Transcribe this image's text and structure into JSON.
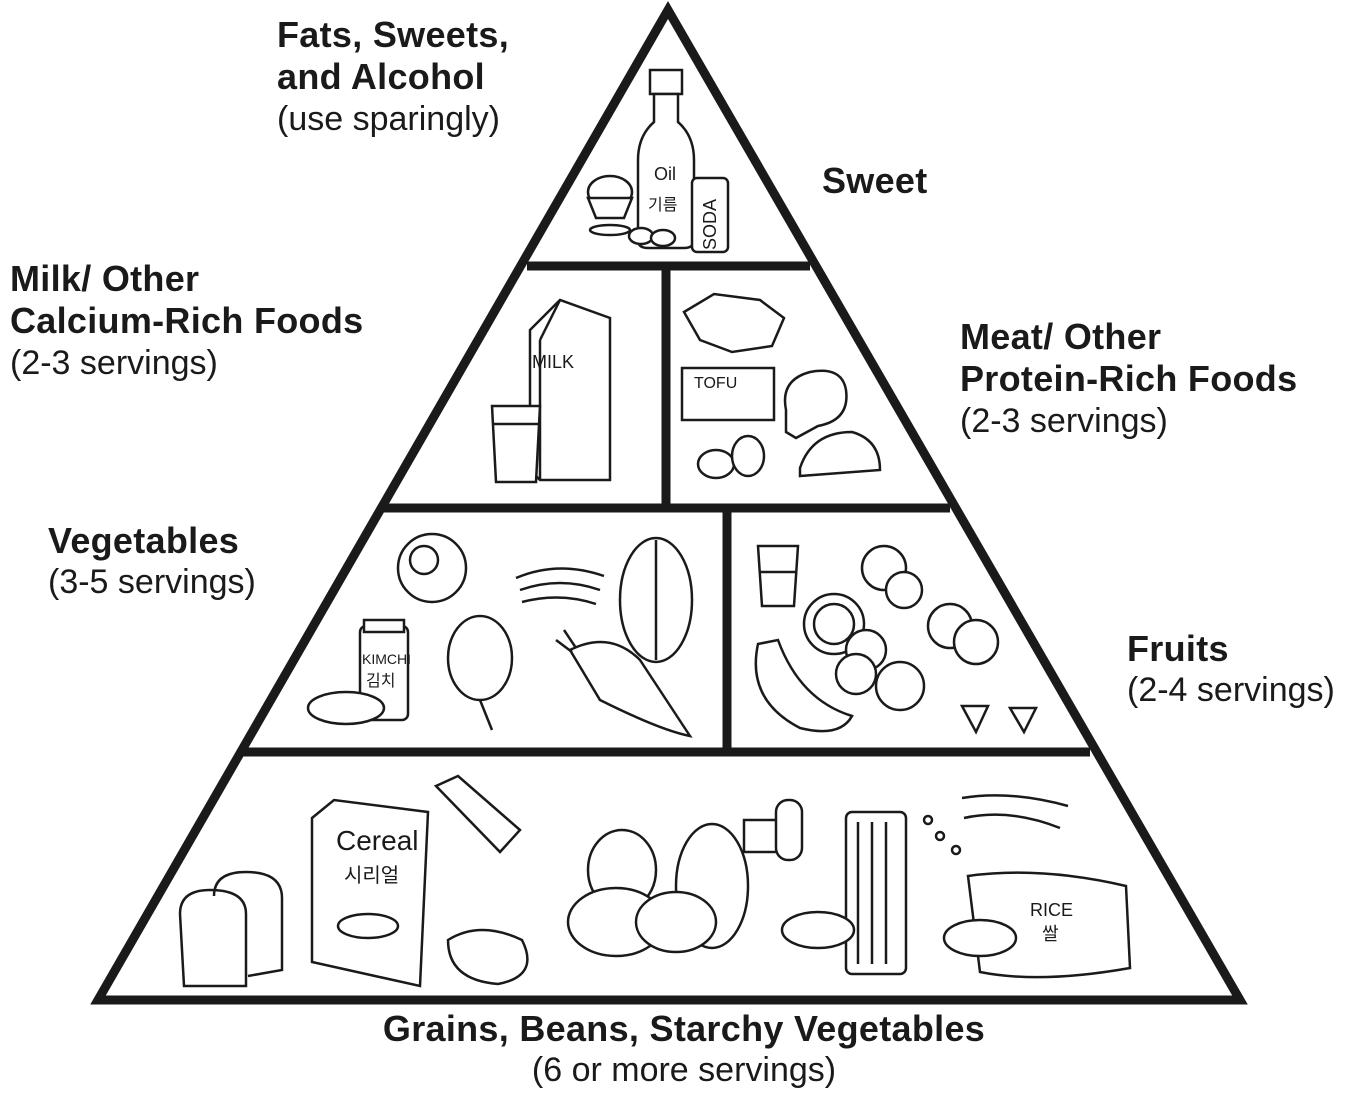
{
  "groups": {
    "fats": {
      "title_line1": "Fats, Sweets,",
      "title_line2": "and Alcohol",
      "servings": "(use sparingly)"
    },
    "sweet": {
      "title": "Sweet"
    },
    "milk": {
      "title_line1": "Milk/ Other",
      "title_line2": "Calcium-Rich Foods",
      "servings": "(2-3 servings)"
    },
    "meat": {
      "title_line1": "Meat/ Other",
      "title_line2": "Protein-Rich Foods",
      "servings": "(2-3 servings)"
    },
    "vegetables": {
      "title": "Vegetables",
      "servings": "(3-5 servings)"
    },
    "fruits": {
      "title": "Fruits",
      "servings": "(2-4 servings)"
    },
    "grains": {
      "title": "Grains, Beans, Starchy Vegetables",
      "servings": "(6 or more servings)"
    }
  },
  "food_labels": {
    "bottle_text": "Oil",
    "bottle_korean": "기름",
    "soda": "SODA",
    "milk_carton": "MILK",
    "tofu": "TOFU",
    "kimchi": "KIMCHI",
    "kimchi_korean": "김치",
    "cereal": "Cereal",
    "cereal_korean": "시리얼",
    "rice": "RICE",
    "rice_korean": "쌀"
  },
  "colors": {
    "outline": "#1a1a1a",
    "background": "#ffffff"
  }
}
